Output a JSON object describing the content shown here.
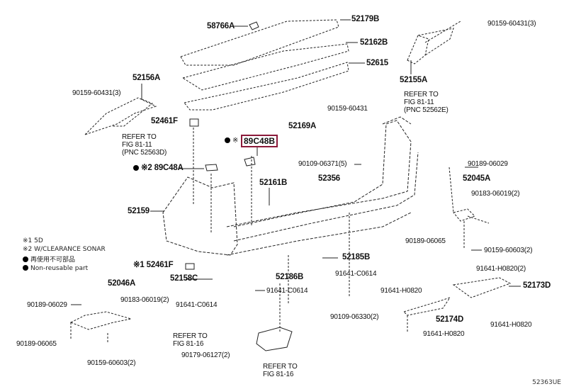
{
  "diagram": {
    "title": "Rear bumper & bumper cover parts diagram",
    "highlight_color": "#8b1a3a",
    "figure_code": "52363UE",
    "legend": {
      "note1": "※1 5D",
      "note2": "※2 W/CLEARANCE SONAR",
      "jp_nonreusable": "再使用不可部品",
      "nonreusable": "Non-reusable part"
    },
    "labels": {
      "p58766A": "58766A",
      "p52179B": "52179B",
      "p52162B": "52162B",
      "p52615": "52615",
      "p90159_60431_3_right": "90159-60431(3)",
      "p52155A": "52155A",
      "refer_5256E": "REFER TO\nFIG 81-11\n(PNC 52562E)",
      "p52156A": "52156A",
      "p90159_60431_3_left": "90159-60431(3)",
      "p52461F_top": "52461F",
      "refer_5256D": "REFER TO\nFIG 81-11\n(PNC 52563D)",
      "p90159_60431": "90159-60431",
      "p52169A": "52169A",
      "p89C48B_prefix": "※",
      "p89C48B": "89C48B",
      "p89C48A": "※2 89C48A",
      "p52161B": "52161B",
      "p90109_06371_5": "90109-06371(5)",
      "p52356": "52356",
      "p90189_06029_right": "90189-06029",
      "p52045A": "52045A",
      "p90183_06019_2_right": "90183-06019(2)",
      "p52159": "52159",
      "p90189_06065_right": "90189-06065",
      "p90159_60603_2_right": "90159-60603(2)",
      "p52461F_bottom": "※1 52461F",
      "p52185B": "52185B",
      "p91641_C0614_a": "91641-C0614",
      "p52158C": "52158C",
      "p52186B": "52186B",
      "p91641_H0820_2": "91641-H0820(2)",
      "p52173D": "52173D",
      "p52046A": "52046A",
      "p91641_C0614_b": "91641-C0614",
      "p91641_H0820_a": "91641-H0820",
      "p90189_06029_left": "90189-06029",
      "p90183_06019_2_left": "90183-06019(2)",
      "p91641_C0614_c": "91641-C0614",
      "p90109_06330_2": "90109-06330(2)",
      "p52174D": "52174D",
      "p91641_H0820_b": "91641-H0820",
      "p90189_06065_left": "90189-06065",
      "p91641_H0820_c": "91641-H0820",
      "refer_8116_a": "REFER TO\nFIG 81-16",
      "p90179_06127_2": "90179-06127(2)",
      "p90159_60603_2_left": "90159-60603(2)",
      "refer_8116_b": "REFER TO\nFIG 81-16"
    }
  }
}
